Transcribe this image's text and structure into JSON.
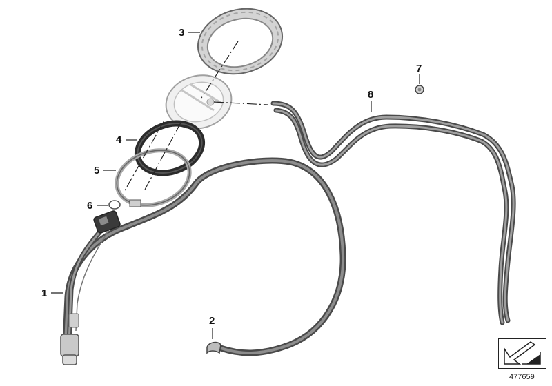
{
  "callouts": [
    {
      "label": "1"
    },
    {
      "label": "2"
    },
    {
      "label": "3"
    },
    {
      "label": "4"
    },
    {
      "label": "5"
    },
    {
      "label": "6"
    },
    {
      "label": "7"
    },
    {
      "label": "8"
    }
  ],
  "diagram_number": "477659",
  "colors": {
    "hose_dark": "#4a4a4a",
    "hose_light": "#9a9a9a",
    "ring_metal": "#b8b8b8",
    "seal_black": "#2b2b2b",
    "pump_white": "#eeeeee"
  },
  "icons": {
    "nav_arrow": "diagonal-arrow-icon"
  }
}
